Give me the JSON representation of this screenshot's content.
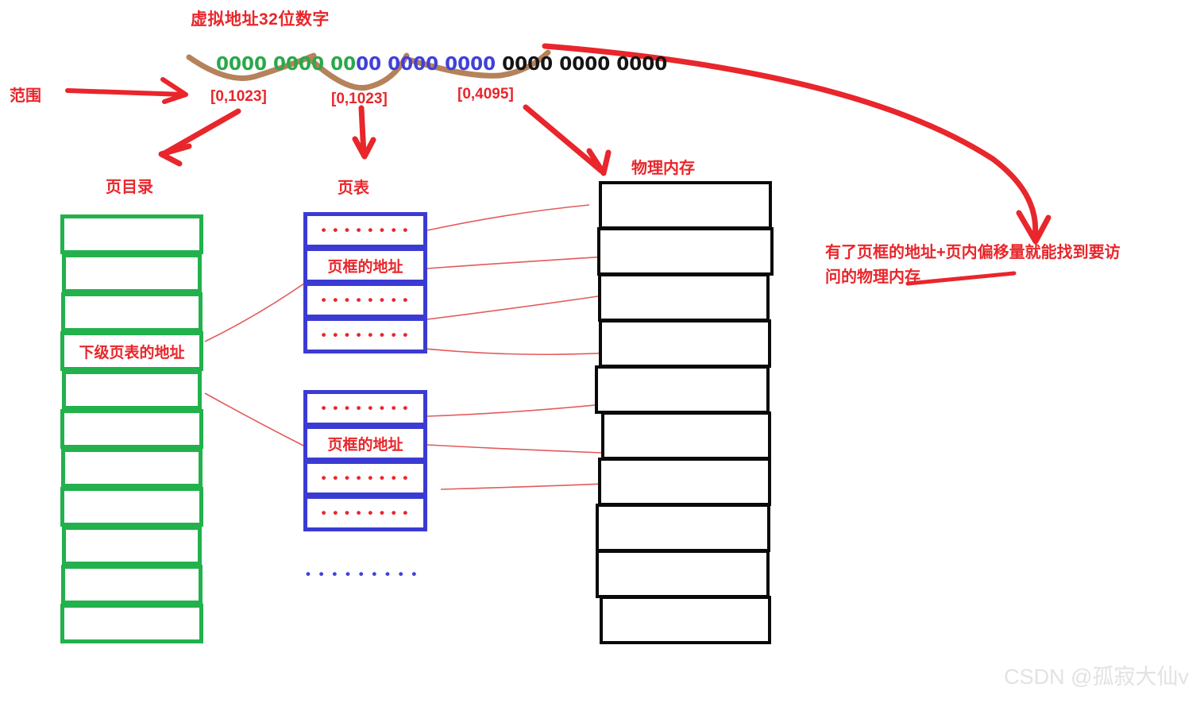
{
  "diagram": {
    "title": "虚拟地址32位数字",
    "address_bits": {
      "dir_bits": "0000 0000 00",
      "table_bits": "00 0000 0000",
      "offset_bits": "0000 0000 0000",
      "dir_color": "#2aa84a",
      "table_color": "#4040d8",
      "offset_color": "#141414"
    },
    "ranges": {
      "label": "范围",
      "dir_range": "[0,1023]",
      "table_range": "[0,1023]",
      "offset_range": "[0,4095]"
    },
    "columns": {
      "page_directory": {
        "title": "页目录",
        "color": "#22b14c",
        "cells": [
          {
            "text": ""
          },
          {
            "text": ""
          },
          {
            "text": ""
          },
          {
            "text": "下级页表的地址"
          },
          {
            "text": ""
          },
          {
            "text": ""
          },
          {
            "text": ""
          },
          {
            "text": ""
          },
          {
            "text": ""
          },
          {
            "text": ""
          },
          {
            "text": ""
          }
        ]
      },
      "page_table": {
        "title": "页表",
        "color": "#3b3bd4",
        "ellipsis": "• • • • • • • • •",
        "tables": [
          {
            "cells": [
              {
                "text": "• • • • • • • •",
                "kind": "dots"
              },
              {
                "text": "页框的地址",
                "kind": "label"
              },
              {
                "text": "• • • • • • • •",
                "kind": "dots"
              },
              {
                "text": "• • • • • • • •",
                "kind": "dots"
              }
            ]
          },
          {
            "cells": [
              {
                "text": "• • • • • • • •",
                "kind": "dots"
              },
              {
                "text": "页框的地址",
                "kind": "label"
              },
              {
                "text": "• • • • • • • •",
                "kind": "dots"
              },
              {
                "text": "• • • • • • • •",
                "kind": "dots"
              }
            ]
          }
        ]
      },
      "physical_memory": {
        "title": "物理内存",
        "color": "#0a0a0a",
        "block_count": 10
      }
    },
    "note": {
      "line1": "有了页框的地址+页内偏移量就能找到要访",
      "line2": "问的物理内存",
      "color": "#e8262b"
    },
    "watermark": "CSDN @孤寂大仙v"
  }
}
